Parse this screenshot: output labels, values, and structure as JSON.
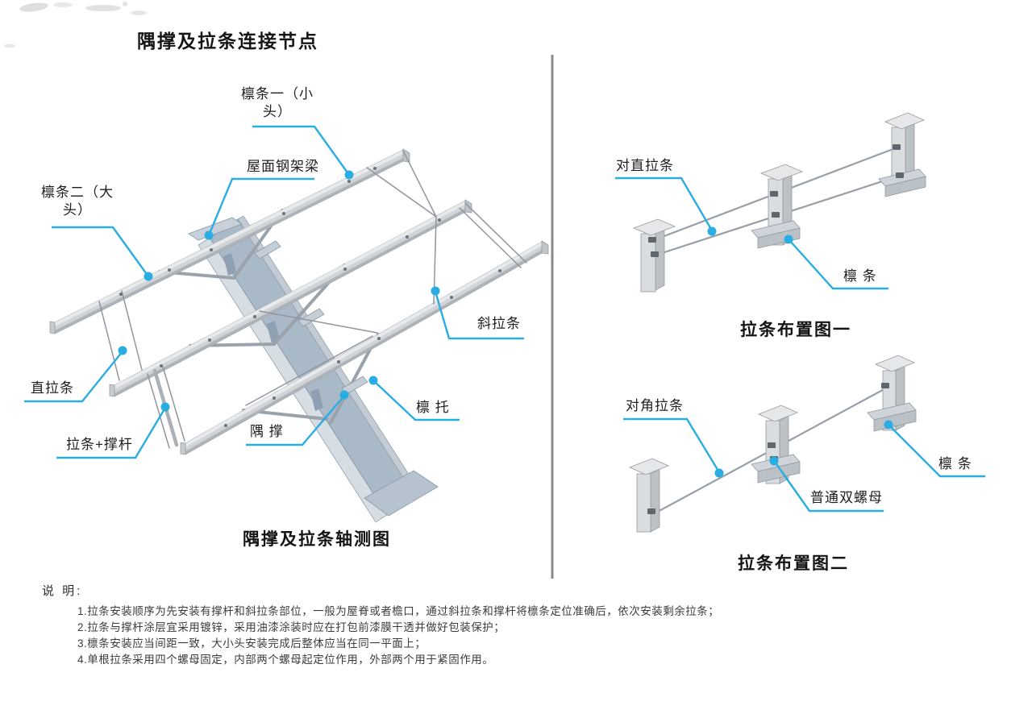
{
  "title": "隅撑及拉条连接节点",
  "left": {
    "caption": "隅撑及拉条轴测图",
    "labels": {
      "purlin1_l1": "檩条一（小",
      "purlin1_l2": "头）",
      "roof_beam": "屋面钢架梁",
      "purlin2_l1": "檩条二（大",
      "purlin2_l2": "头）",
      "diagonal_tie": "斜拉条",
      "straight_tie": "直拉条",
      "tie_with_strut": "拉条+撑杆",
      "knee_brace": "隅 撑",
      "purlin_bracket": "檩 托"
    }
  },
  "top_right": {
    "caption": "拉条布置图一",
    "labels": {
      "aligned_tie": "对直拉条",
      "purlin": "檩 条"
    }
  },
  "bottom_right": {
    "caption": "拉条布置图二",
    "labels": {
      "diagonal_tie": "对角拉条",
      "double_nut": "普通双螺母",
      "purlin": "檩 条"
    }
  },
  "notes": {
    "heading": "说 明:",
    "items": [
      "1.拉条安装顺序为先安装有撑杆和斜拉条部位，一般为屋脊或者檐口，通过斜拉条和撑杆将檩条定位准确后，依次安装剩余拉条；",
      "2.拉条与撑杆涂层宜采用镀锌，采用油漆涂装时应在打包前漆膜干透并做好包装保护；",
      "3.檩条安装应当间距一致，大小头安装完成后整体应当在同一平面上；",
      "4.单根拉条采用四个螺母固定，内部两个螺母起定位作用，外部两个用于紧固作用。"
    ]
  },
  "colors": {
    "leader": "#29ade3",
    "divider": "#8a8a8a",
    "steel_light": "#d6dade",
    "steel_web": "#aab9c7"
  }
}
